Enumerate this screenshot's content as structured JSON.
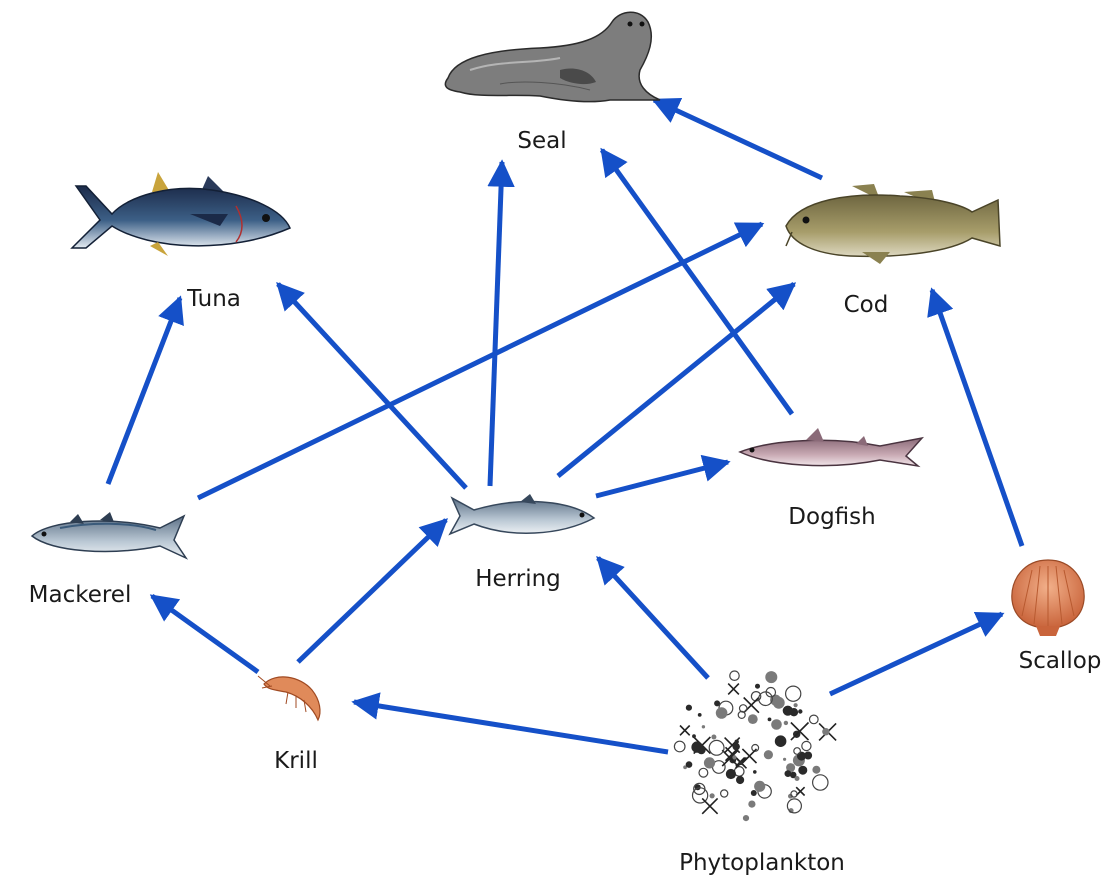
{
  "organisms": [
    {
      "id": "seal",
      "label": "Seal",
      "icon": "seal-icon"
    },
    {
      "id": "tuna",
      "label": "Tuna",
      "icon": "tuna-icon"
    },
    {
      "id": "cod",
      "label": "Cod",
      "icon": "cod-icon"
    },
    {
      "id": "mackerel",
      "label": "Mackerel",
      "icon": "mackerel-icon"
    },
    {
      "id": "herring",
      "label": "Herring",
      "icon": "herring-icon"
    },
    {
      "id": "dogfish",
      "label": "Dogfish",
      "icon": "dogfish-icon"
    },
    {
      "id": "krill",
      "label": "Krill",
      "icon": "krill-icon"
    },
    {
      "id": "scallop",
      "label": "Scallop",
      "icon": "scallop-icon"
    },
    {
      "id": "phytoplankton",
      "label": "Phytoplankton",
      "icon": "phytoplankton-icon"
    }
  ],
  "edges": [
    {
      "from": "mackerel",
      "to": "tuna"
    },
    {
      "from": "mackerel",
      "to": "cod"
    },
    {
      "from": "herring",
      "to": "tuna"
    },
    {
      "from": "herring",
      "to": "seal"
    },
    {
      "from": "herring",
      "to": "cod"
    },
    {
      "from": "herring",
      "to": "dogfish"
    },
    {
      "from": "dogfish",
      "to": "seal"
    },
    {
      "from": "cod",
      "to": "seal"
    },
    {
      "from": "scallop",
      "to": "cod"
    },
    {
      "from": "krill",
      "to": "mackerel"
    },
    {
      "from": "krill",
      "to": "herring"
    },
    {
      "from": "phytoplankton",
      "to": "krill"
    },
    {
      "from": "phytoplankton",
      "to": "herring"
    },
    {
      "from": "phytoplankton",
      "to": "scallop"
    }
  ],
  "colors": {
    "arrow": "#1550c8",
    "label": "#1a1a1a"
  }
}
